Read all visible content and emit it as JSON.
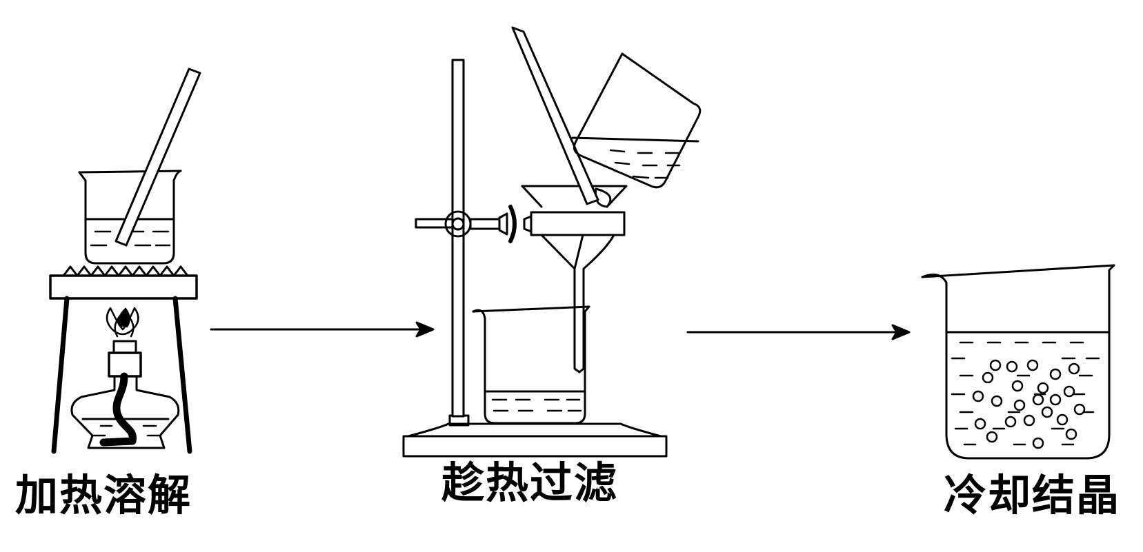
{
  "steps": [
    {
      "label": "加热溶解"
    },
    {
      "label": "趁热过滤"
    },
    {
      "label": "冷却结晶"
    }
  ],
  "colors": {
    "line": "#000000",
    "background": "#ffffff"
  }
}
